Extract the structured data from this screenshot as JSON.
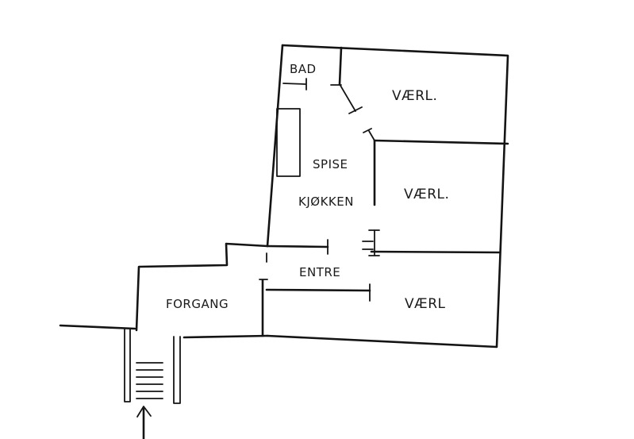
{
  "labels": {
    "bad": "BAD",
    "room_top": "VÆRL.",
    "spise": "SPISE",
    "kjokken": "KJØKKEN",
    "room_mid": "VÆRL.",
    "entre": "ENTRE",
    "room_bottom": "VÆRL",
    "forgang": "FORGANG"
  }
}
